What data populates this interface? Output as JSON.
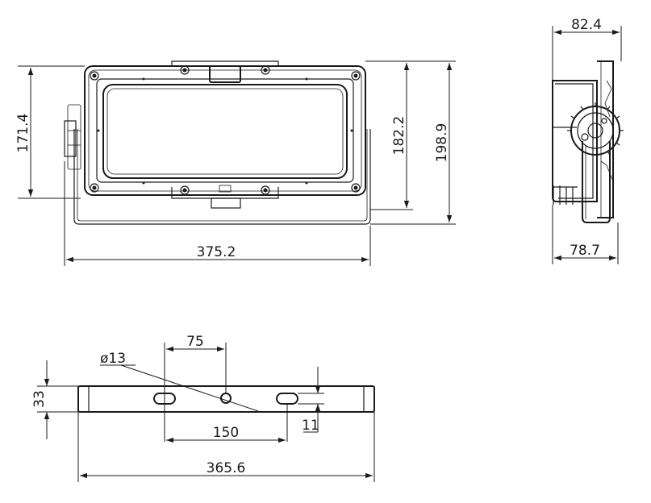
{
  "drawing": {
    "front_view": {
      "width_label": "375.2",
      "height_body_label": "171.4",
      "height_bracket_label": "182.2",
      "height_total_label": "198.9"
    },
    "side_view": {
      "depth_top_label": "82.4",
      "depth_bottom_label": "78.7"
    },
    "mounting_plate": {
      "hole_diameter_label": "ø13",
      "hole_offset_label": "75",
      "slot_spacing_label": "150",
      "plate_length_label": "365.6",
      "plate_height_label": "33",
      "slot_width_label": "11"
    }
  }
}
